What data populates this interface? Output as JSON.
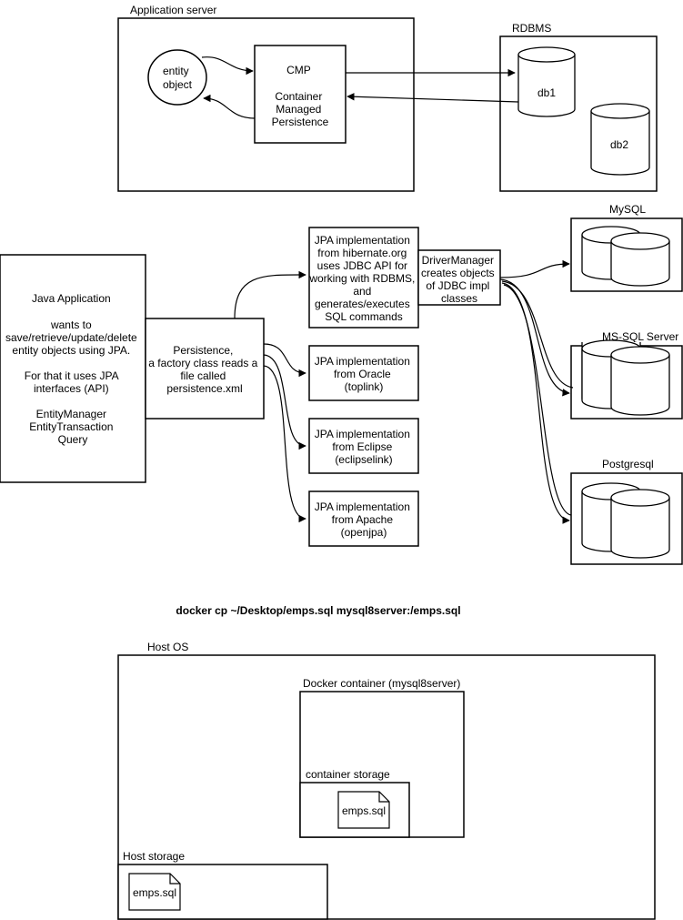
{
  "section1": {
    "app_server_title": "Application server",
    "entity_object": [
      "entity",
      "object"
    ],
    "cmp": [
      "CMP",
      "",
      "Container",
      "Managed",
      "Persistence"
    ],
    "rdbms_title": "RDBMS",
    "db1": "db1",
    "db2": "db2"
  },
  "section2": {
    "java_app": [
      "Java Application",
      "",
      "wants to",
      "save/retrieve/update/delete",
      "entity objects using JPA.",
      "",
      "For that it uses JPA",
      "interfaces (API)",
      "",
      "EntityManager",
      "EntityTransaction",
      "Query"
    ],
    "persistence": [
      "Persistence,",
      "a factory class reads a",
      "file called",
      "persistence.xml"
    ],
    "jpa_hibernate": [
      "JPA implementation",
      "from hibernate.org",
      "uses JDBC API for",
      "working with RDBMS,",
      "and",
      "generates/executes",
      "SQL commands"
    ],
    "driver_manager": [
      "DriverManager",
      "creates objects",
      "of JDBC impl",
      "classes"
    ],
    "jpa_oracle": [
      "JPA implementation",
      "from Oracle",
      "(toplink)"
    ],
    "jpa_eclipse": [
      "JPA implementation",
      "from Eclipse",
      "(eclipselink)"
    ],
    "jpa_apache": [
      "JPA implementation",
      "from Apache",
      "(openjpa)"
    ],
    "mysql": "MySQL",
    "mssql": "MS-SQL Server",
    "postgresql": "Postgresql"
  },
  "command": "docker cp ~/Desktop/emps.sql mysql8server:/emps.sql",
  "section3": {
    "host_os": "Host OS",
    "docker_container": "Docker container (mysql8server)",
    "container_storage": "container storage",
    "container_file": "emps.sql",
    "host_storage": "Host storage",
    "host_file": "emps.sql"
  }
}
